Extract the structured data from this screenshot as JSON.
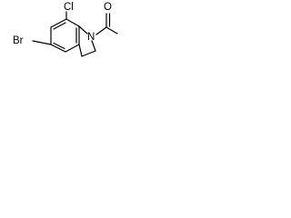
{
  "molecule": {
    "atoms": {
      "chlorine": "Cl",
      "bromine": "Br",
      "nitrogen": "N",
      "oxygen": "O"
    },
    "bond_color": "#000000",
    "label_color": "#000000",
    "background": "#ffffff"
  }
}
